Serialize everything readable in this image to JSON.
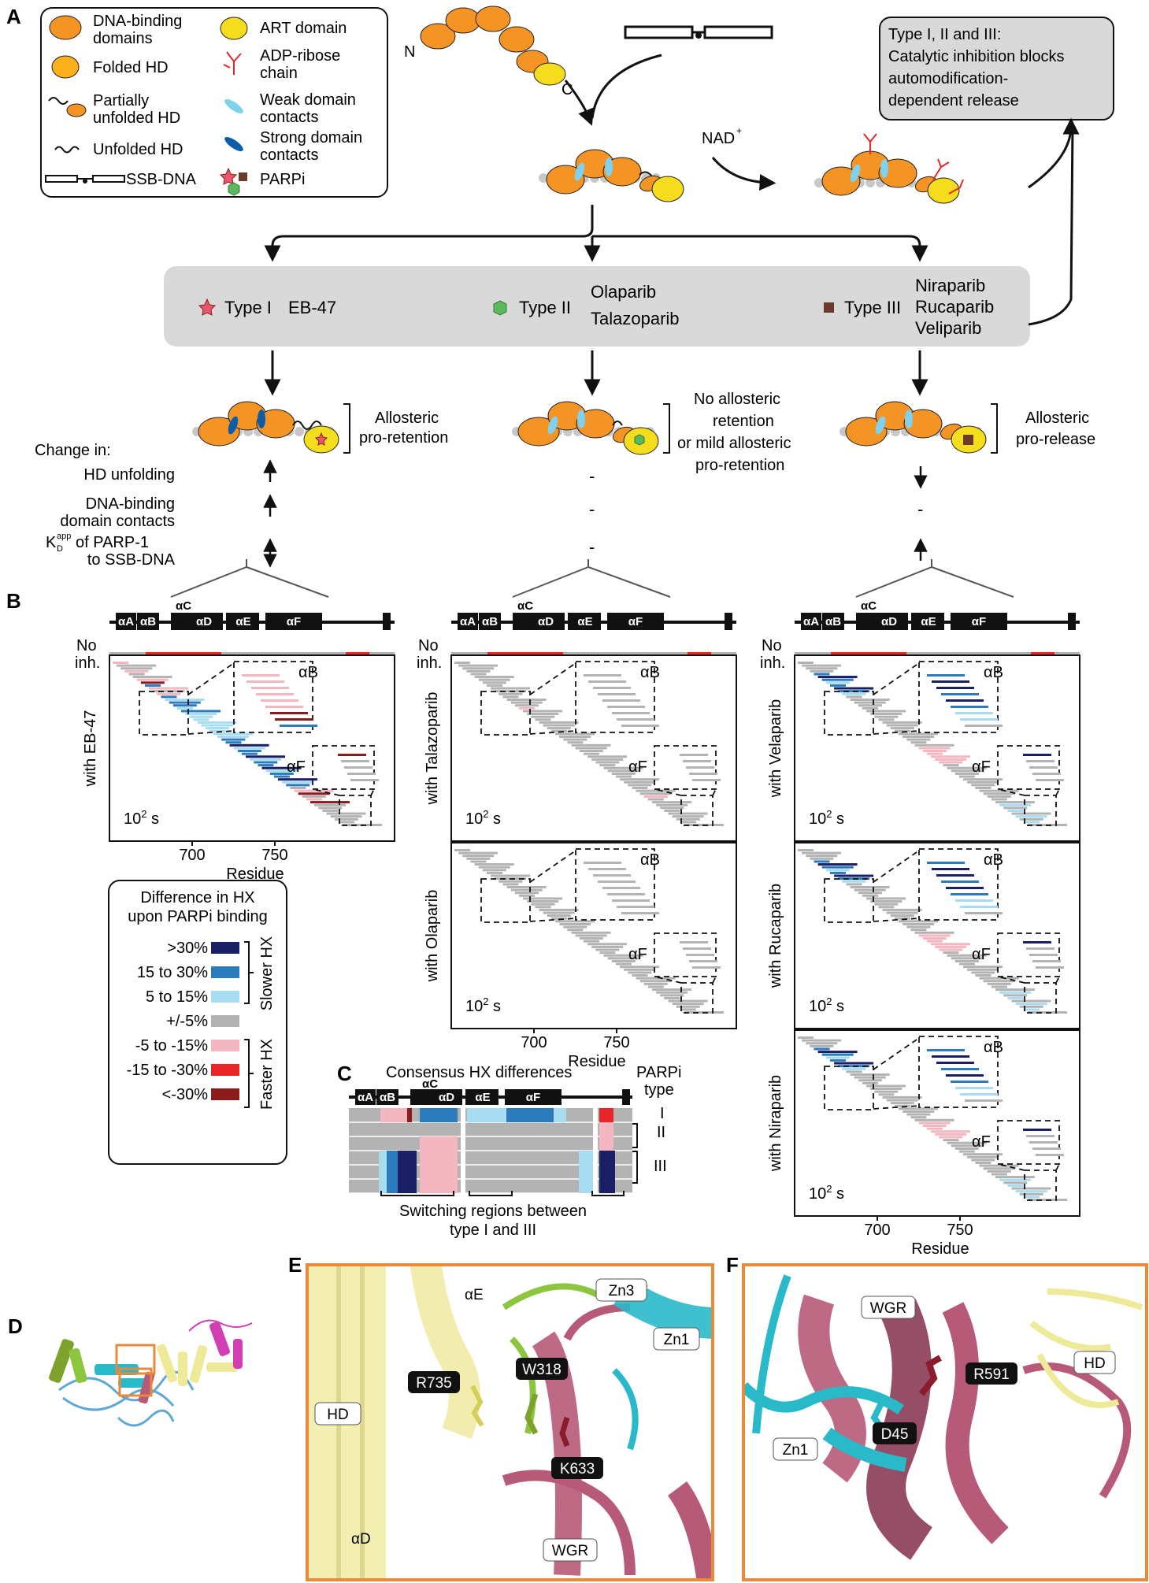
{
  "panels": {
    "a": "A",
    "b": "B",
    "c": "C",
    "d": "D",
    "e": "E",
    "f": "F"
  },
  "legend_a": {
    "dna_binding": [
      "DNA-binding",
      "domains"
    ],
    "folded_hd": "Folded HD",
    "partially_unfolded": [
      "Partially",
      "unfolded HD"
    ],
    "unfolded": "Unfolded HD",
    "ssb_dna": "SSB-DNA",
    "art": "ART domain",
    "adp_ribose": [
      "ADP-ribose",
      "chain"
    ],
    "weak": [
      "Weak domain",
      "contacts"
    ],
    "strong": [
      "Strong domain",
      "contacts"
    ],
    "parpi": "PARPi"
  },
  "scheme": {
    "n_label": "N",
    "c_label": "C",
    "nad": "NAD",
    "nad_sup": "+",
    "release_box": [
      "Type I, II and III:",
      "Catalytic inhibition blocks",
      "automodification-",
      "dependent release"
    ],
    "type1_label": "Type I",
    "type1_drugs": [
      "EB-47"
    ],
    "type2_label": "Type II",
    "type2_drugs": [
      "Olaparib",
      "Talazoparib"
    ],
    "type3_label": "Type III",
    "type3_drugs": [
      "Niraparib",
      "Rucaparib",
      "Veliparib"
    ],
    "outcome1": [
      "Allosteric",
      "pro-retention"
    ],
    "outcome2": [
      "No allosteric",
      "retention",
      "or mild allosteric",
      "pro-retention"
    ],
    "outcome3": [
      "Allosteric",
      "pro-release"
    ],
    "change_in": "Change in:",
    "change_rows": [
      [
        "HD unfolding"
      ],
      [
        "DNA-binding",
        "domain contacts"
      ],
      [
        "K",
        "of PARP-1",
        "to SSB-DNA"
      ]
    ],
    "kd_sup": "app",
    "kd_sub": "D",
    "dash": "-"
  },
  "hx": {
    "helices": [
      "αA",
      "αB",
      "αC",
      "αD",
      "αE",
      "αF"
    ],
    "no_inh": [
      "No",
      "inh."
    ],
    "time_label": "10",
    "time_sup": "2",
    "time_unit": "s",
    "ticks": [
      "700",
      "750"
    ],
    "xlabel": "Residue",
    "zoom_b": "αB",
    "zoom_f": "αF",
    "plots": {
      "eb47": "with EB-47",
      "talazoparib": "with Talazoparib",
      "olaparib": "with Olaparib",
      "velaparib": "with Velaparib",
      "rucaparib": "with Rucaparib",
      "niraparib": "with Niraparib"
    }
  },
  "hx_legend": {
    "title": [
      "Difference in HX",
      "upon PARPi binding"
    ],
    "rows": [
      {
        "label": ">30%",
        "color": "#1b1f66"
      },
      {
        "label": "15 to 30%",
        "color": "#2b7bbd"
      },
      {
        "label": "5 to 15%",
        "color": "#a8dcf0"
      },
      {
        "label": "+/-5%",
        "color": "#b3b3b3"
      },
      {
        "label": "-5 to -15%",
        "color": "#f4b6c0"
      },
      {
        "label": "-15 to -30%",
        "color": "#e8262a"
      },
      {
        "label": "<-30%",
        "color": "#8b1c1c"
      }
    ],
    "slower": "Slower HX",
    "faster": "Faster HX"
  },
  "consensus": {
    "title": "Consensus HX differences",
    "parpi_type": [
      "PARPi",
      "type"
    ],
    "types": [
      "I",
      "II",
      "III"
    ],
    "footer": [
      "Switching regions between",
      "type I and III"
    ]
  },
  "structure": {
    "e_labels": [
      "HD",
      "αE",
      "Zn3",
      "W318",
      "R735",
      "Zn1",
      "K633",
      "WGR",
      "αD"
    ],
    "f_labels": [
      "WGR",
      "HD",
      "R591",
      "Zn1",
      "D45"
    ]
  },
  "colors": {
    "orange": "#f39425",
    "yellow": "#f5dd1e",
    "weak": "#7fd1ee",
    "strong": "#0a5da8",
    "gray_box": "#d9d9d9",
    "hd_yellow": "#efe99a",
    "wgr": "#b75a78",
    "zn1": "#29b9c9",
    "zn3": "#8cc63f",
    "frame": "#e8893b"
  }
}
